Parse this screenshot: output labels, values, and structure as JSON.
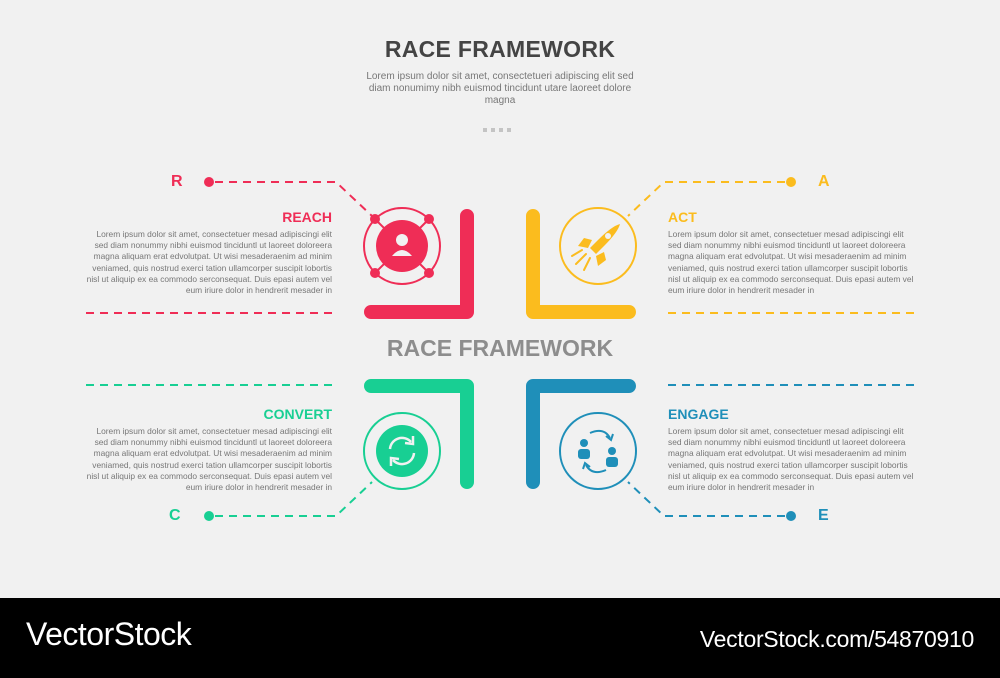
{
  "header": {
    "title": "RACE FRAMEWORK",
    "subtitle": "Lorem ipsum dolor sit amet, consectetueri adipiscing elit sed diam nonumimy nibh euismod tincidunt utare laoreet dolore magna"
  },
  "center_title": "RACE FRAMEWORK",
  "colors": {
    "reach": "#ef2d56",
    "act": "#fbbc1e",
    "convert": "#18cf93",
    "engage": "#1f8fb9"
  },
  "items": {
    "reach": {
      "letter": "R",
      "label": "REACH",
      "icon": "people-network-icon",
      "text": "Lorem ipsum dolor sit amet, consectetuer mesad adipiscingi elit sed diam nonummy nibhi euismod tinciduntl ut laoreet doloreera magna aliquam erat edvolutpat. Ut wisi mesaderaenim ad minim veniamed, quis nostrud exerci tation ullamcorper suscipit lobortis nisl ut aliquip ex ea commodo serconsequat. Duis epasi autem vel eum iriure dolor in hendrerit mesader in"
    },
    "act": {
      "letter": "A",
      "label": "ACT",
      "icon": "rocket-icon",
      "text": "Lorem ipsum dolor sit amet, consectetuer mesad adipiscingi elit sed diam nonummy nibhi euismod tinciduntl ut laoreet doloreera magna aliquam erat edvolutpat. Ut wisi mesaderaenim ad minim veniamed, quis nostrud exerci tation ullamcorper suscipit lobortis nisl ut aliquip ex ea commodo serconsequat. Duis epasi autem vel eum iriure dolor in hendrerit mesader in"
    },
    "convert": {
      "letter": "C",
      "label": "CONVERT",
      "icon": "refresh-cycle-icon",
      "text": "Lorem ipsum dolor sit amet, consectetuer mesad adipiscingi elit sed diam nonummy nibhi euismod tinciduntl ut laoreet doloreera magna aliquam erat edvolutpat. Ut wisi mesaderaenim ad minim veniamed, quis nostrud exerci tation ullamcorper suscipit lobortis nisl ut aliquip ex ea commodo serconsequat. Duis epasi autem vel eum iriure dolor in hendrerit mesader in"
    },
    "engage": {
      "letter": "E",
      "label": "ENGAGE",
      "icon": "people-exchange-icon",
      "text": "Lorem ipsum dolor sit amet, consectetuer mesad adipiscingi elit sed diam nonummy nibhi euismod tinciduntl ut laoreet doloreera magna aliquam erat edvolutpat. Ut wisi mesaderaenim ad minim veniamed, quis nostrud exerci tation ullamcorper suscipit lobortis nisl ut aliquip ex ea commodo serconsequat. Duis epasi autem vel eum iriure dolor in hendrerit mesader in"
    }
  },
  "footer": {
    "brand": "VectorStock",
    "image_id": "VectorStock.com/54870910"
  }
}
